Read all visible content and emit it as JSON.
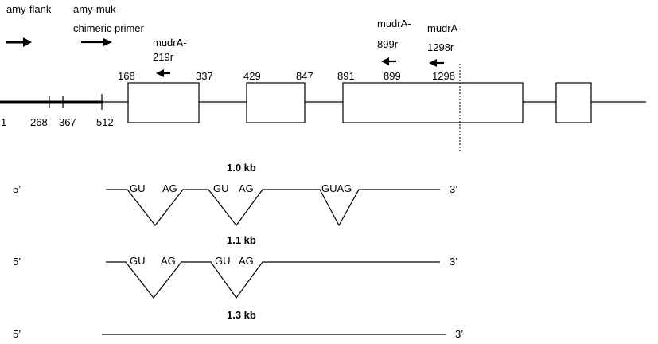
{
  "primers": {
    "amy_flank": "amy-flank",
    "amy_muk": "amy-muk",
    "chimeric": "chimeric primer",
    "mudrA_219r_a": "mudrA-",
    "mudrA_219r_b": "219r",
    "mudrA_899r_a": "mudrA-",
    "mudrA_899r_b": "899r",
    "mudrA_1298r_a": "mudrA-",
    "mudrA_1298r_b": "1298r"
  },
  "positions": {
    "p1": "1",
    "p268": "268",
    "p367": "367",
    "p512": "512",
    "p168": "168",
    "p337": "337",
    "p429": "429",
    "p847": "847",
    "p891": "891",
    "p899": "899",
    "p1298": "1298"
  },
  "transcripts": {
    "t1": {
      "size": "1.0 kb",
      "five": "5’",
      "three": "3’",
      "gu1": "GU",
      "ag1": "AG",
      "gu2": "GU",
      "ag2": "AG",
      "guag": "GUAG"
    },
    "t2": {
      "size": "1.1 kb",
      "five": "5’",
      "three": "3’",
      "gu1": "GU",
      "ag1": "AG",
      "gu2": "GU",
      "ag2": "AG"
    },
    "t3": {
      "size": "1.3 kb",
      "five": "5’",
      "three": "3’"
    }
  }
}
